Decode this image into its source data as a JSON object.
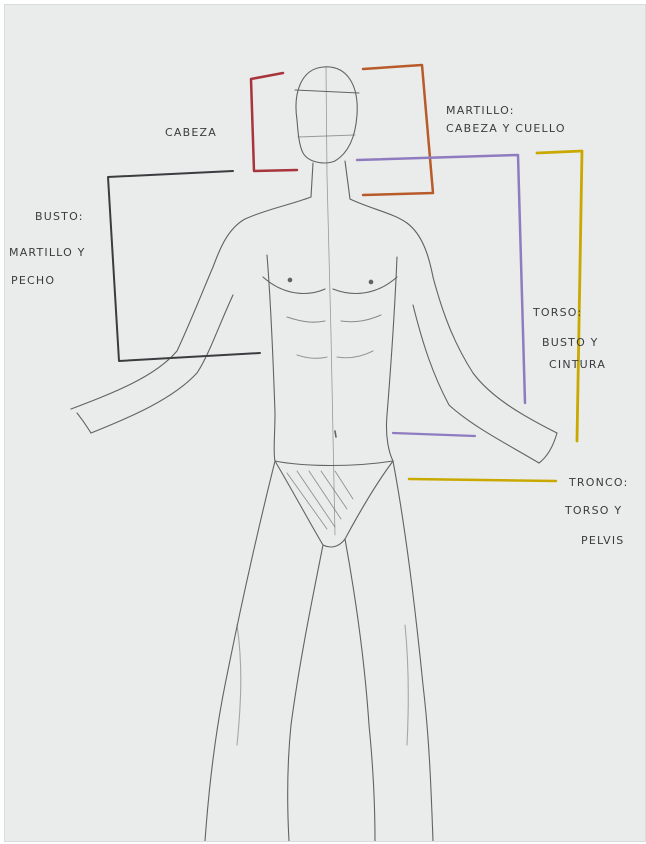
{
  "labels": {
    "cabeza": "CABEZA",
    "martillo_title": "MARTILLO:",
    "martillo_desc": "CABEZA Y CUELLO",
    "busto_title": "BUSTO:",
    "busto_line1": "MARTILLO Y",
    "busto_line2": "PECHO",
    "torso_title": "TORSO:",
    "torso_line1": "BUSTO Y",
    "torso_line2": "CINTURA",
    "tronco_title": "TRONCO:",
    "tronco_line1": "TORSO Y",
    "tronco_line2": "PELVIS"
  },
  "colors": {
    "paper": "#e9ecea",
    "pencil": "#4a4a4a",
    "cabeza_bracket": "#a8343c",
    "martillo_bracket": "#b85a2a",
    "busto_bracket": "#3c3c40",
    "torso_bracket": "#8f7cc0",
    "tronco_bracket": "#c9a800"
  }
}
